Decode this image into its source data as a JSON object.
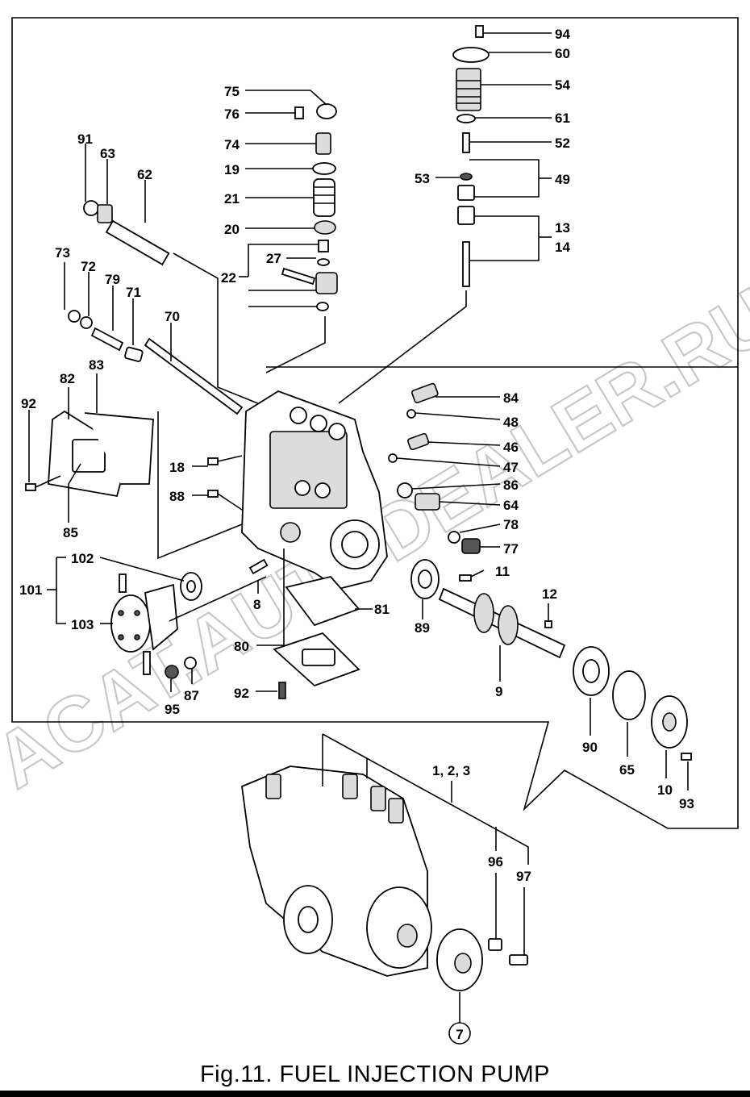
{
  "figure": {
    "caption": "Fig.11.  FUEL INJECTION PUMP",
    "watermark_text": "ACAT.AUTODEALER.RU",
    "circled_ref": "7",
    "callouts": {
      "c94": "94",
      "c60": "60",
      "c54": "54",
      "c61": "61",
      "c52": "52",
      "c53": "53",
      "c49": "49",
      "c13": "13",
      "c14": "14",
      "c75": "75",
      "c76": "76",
      "c74": "74",
      "c19": "19",
      "c21": "21",
      "c20": "20",
      "c27": "27",
      "c22": "22",
      "c91": "91",
      "c63": "63",
      "c62": "62",
      "c73": "73",
      "c72": "72",
      "c79": "79",
      "c71": "71",
      "c70": "70",
      "c82": "82",
      "c83": "83",
      "c92a": "92",
      "c85": "85",
      "c18": "18",
      "c88": "88",
      "c84": "84",
      "c48": "48",
      "c46": "46",
      "c47": "47",
      "c86": "86",
      "c64": "64",
      "c78": "78",
      "c77": "77",
      "c11": "11",
      "c12": "12",
      "c101": "101",
      "c102": "102",
      "c103": "103",
      "c8": "8",
      "c81": "81",
      "c80": "80",
      "c89": "89",
      "c9": "9",
      "c95": "95",
      "c87": "87",
      "c92b": "92",
      "c90": "90",
      "c65": "65",
      "c10": "10",
      "c93": "93",
      "c123": "1, 2, 3",
      "c96": "96",
      "c97": "97"
    }
  }
}
